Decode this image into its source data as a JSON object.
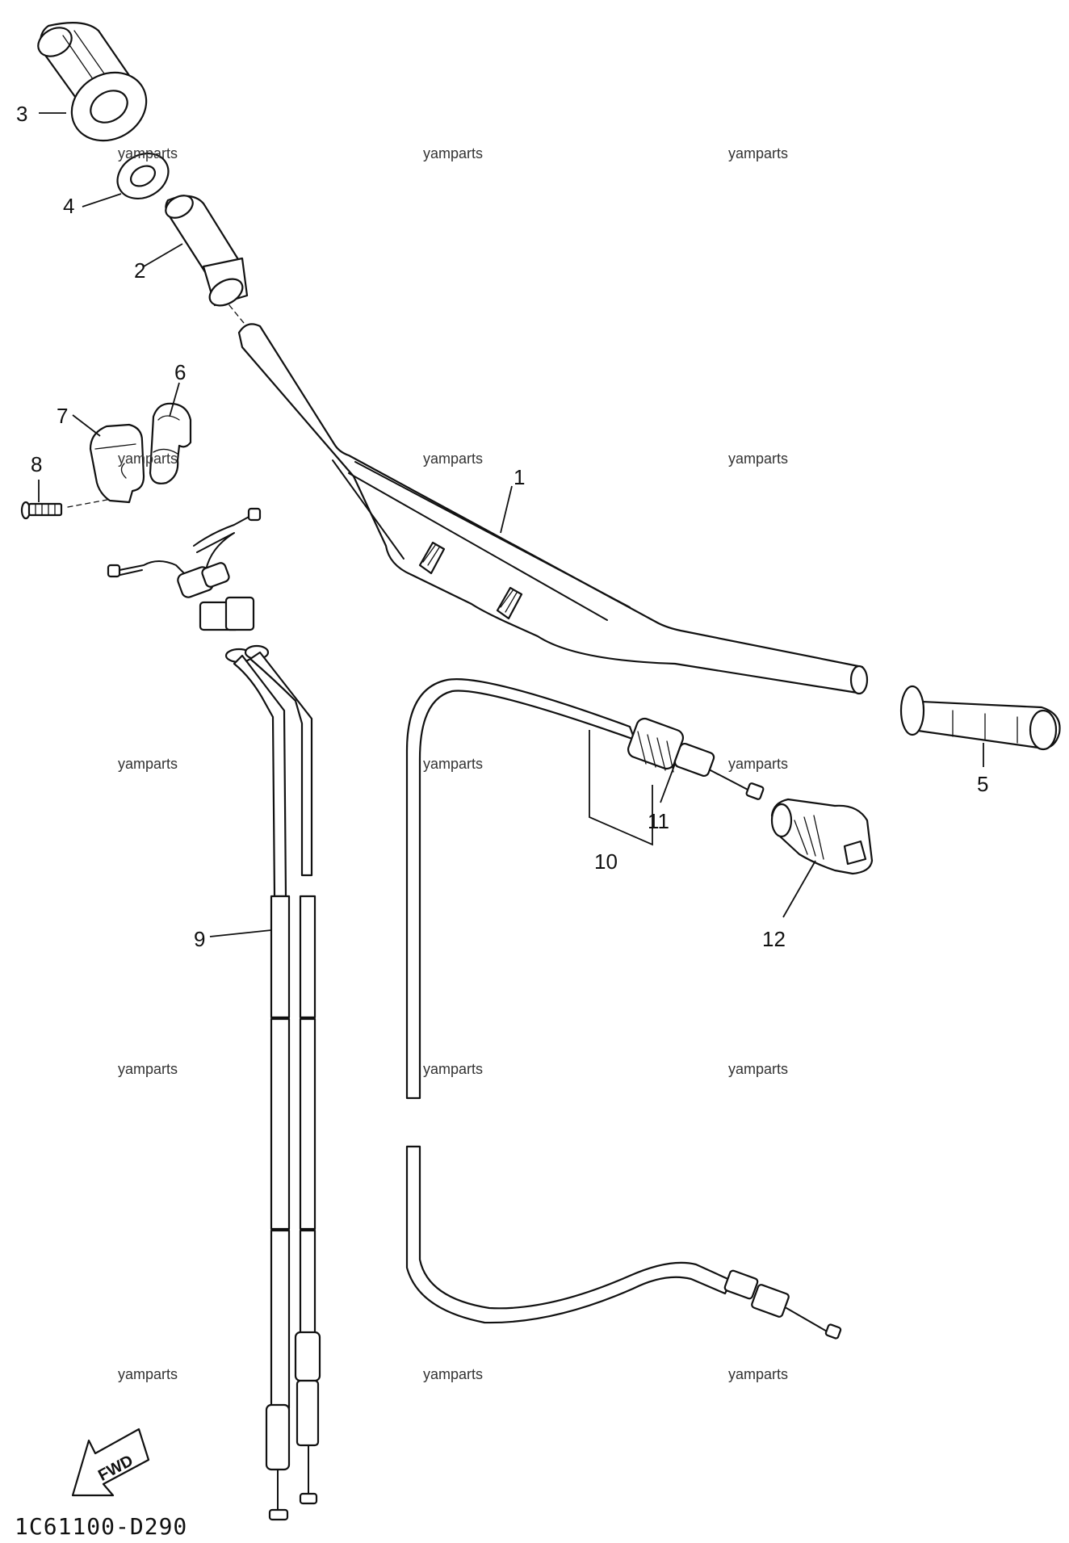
{
  "callouts": {
    "c1": "1",
    "c2": "2",
    "c3": "3",
    "c4": "4",
    "c5": "5",
    "c6": "6",
    "c7": "7",
    "c8": "8",
    "c9": "9",
    "c10": "10",
    "c11": "11",
    "c12": "12"
  },
  "watermark": "yamparts",
  "fwd_label": "FWD",
  "diagram_code": "1C61100-D290"
}
